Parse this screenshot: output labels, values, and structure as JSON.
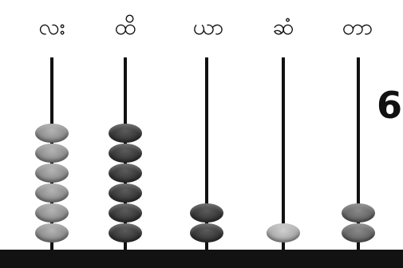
{
  "columns": [
    {
      "label": "လး",
      "beads": 6,
      "shade": "light"
    },
    {
      "label": "ထိ",
      "beads": 6,
      "shade": "dark"
    },
    {
      "label": "ယာ",
      "beads": 2,
      "shade": "dark"
    },
    {
      "label": "ဆံ",
      "beads": 1,
      "shade": "pale"
    },
    {
      "label": "တာ",
      "beads": 2,
      "shade": "mid"
    }
  ],
  "result_text": "6"
}
